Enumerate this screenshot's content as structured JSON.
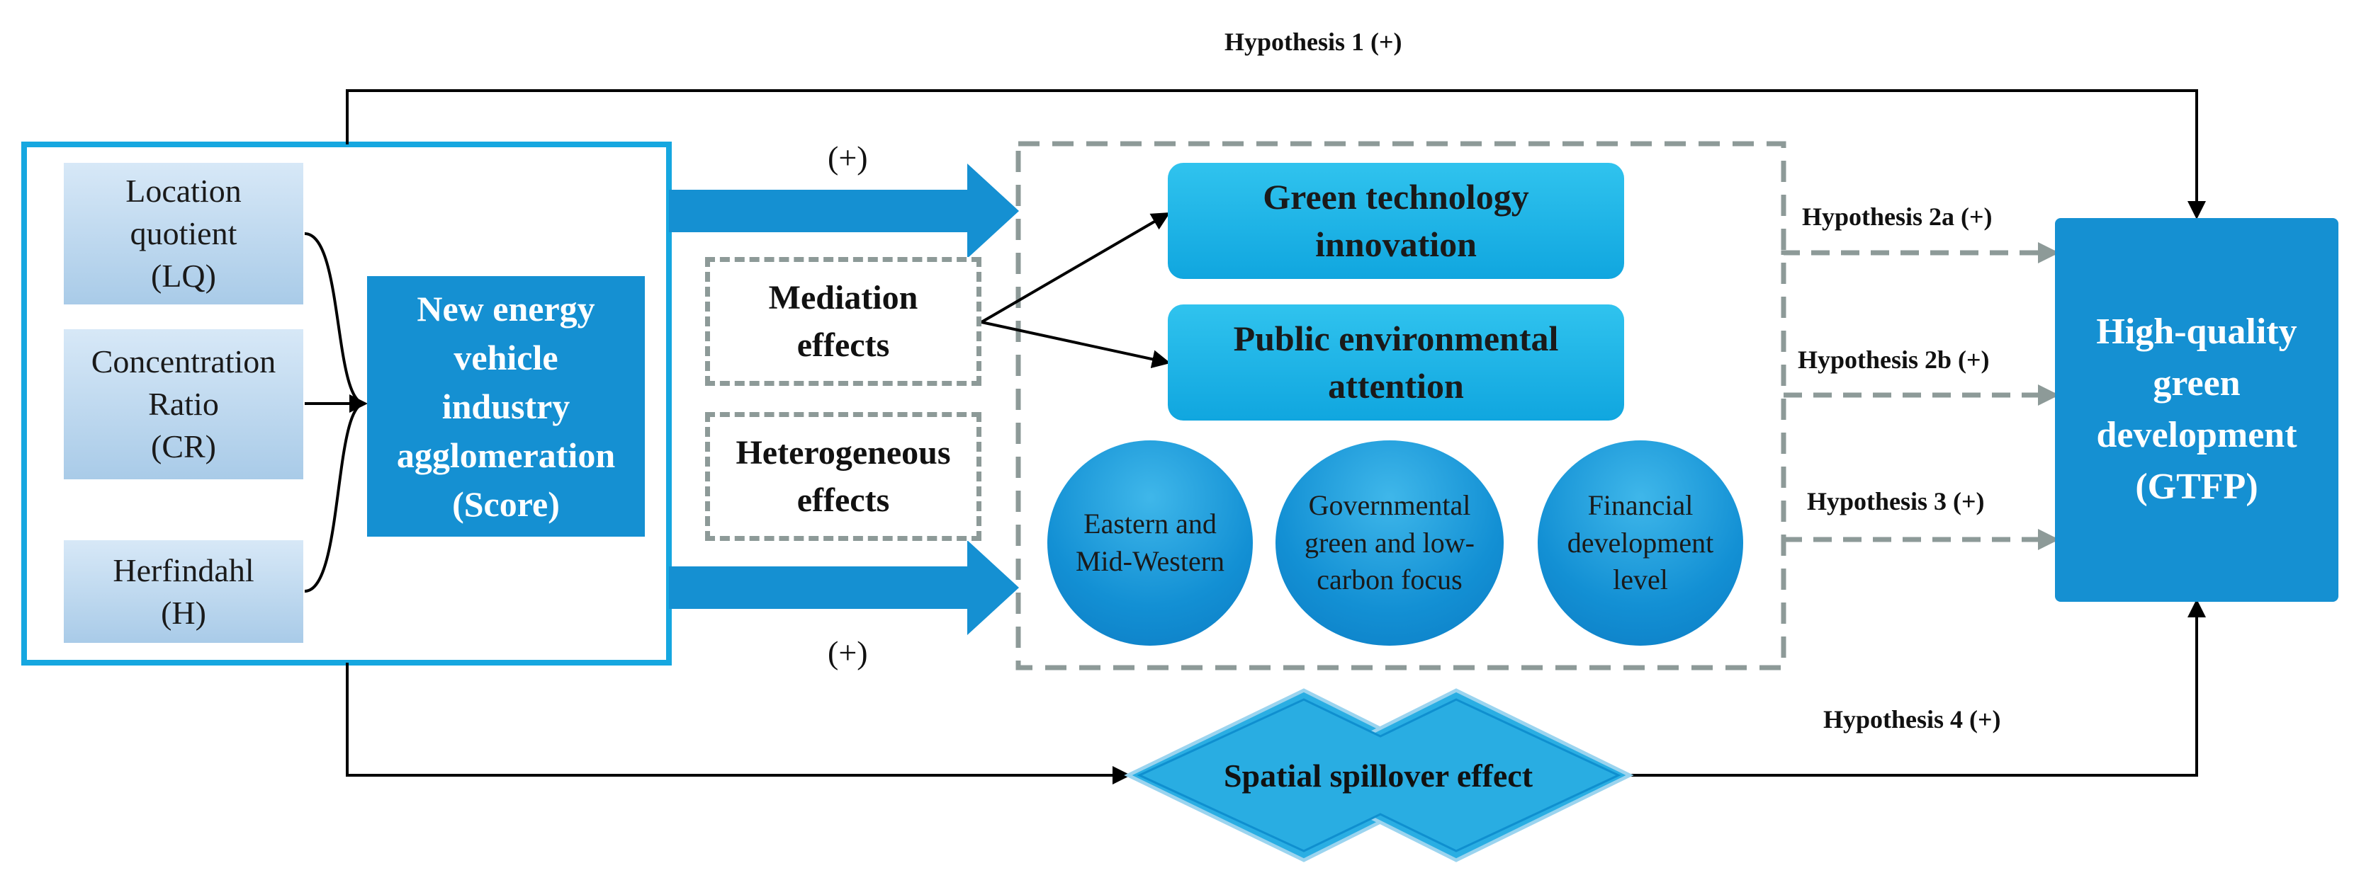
{
  "diagram": {
    "measures": [
      {
        "lines": [
          "Location",
          "quotient",
          "(LQ)"
        ]
      },
      {
        "lines": [
          "Concentration",
          "Ratio",
          "(CR)"
        ]
      },
      {
        "lines": [
          "Herfindahl",
          "(H)"
        ]
      }
    ],
    "core": {
      "lines": [
        "New energy",
        "vehicle",
        "industry",
        "agglomeration",
        "(Score)"
      ]
    },
    "mediation_box": {
      "lines": [
        "Mediation",
        "effects"
      ]
    },
    "heterogeneous_box": {
      "lines": [
        "Heterogeneous",
        "effects"
      ]
    },
    "mediators": [
      {
        "lines": [
          "Green technology",
          "innovation"
        ]
      },
      {
        "lines": [
          "Public environmental",
          "attention"
        ]
      }
    ],
    "heterogeneity_factors": [
      {
        "lines": [
          "Eastern and",
          "Mid-Western"
        ]
      },
      {
        "lines": [
          "Governmental",
          "green and low-",
          "carbon focus"
        ]
      },
      {
        "lines": [
          "Financial",
          "development",
          "level"
        ]
      }
    ],
    "outcome": {
      "lines": [
        "High-quality",
        "green",
        "development",
        "(GTFP)"
      ]
    },
    "spillover": {
      "label": "Spatial spillover effect"
    },
    "labels": {
      "h1": "Hypothesis 1 (+)",
      "h2a": "Hypothesis 2a  (+)",
      "h2b": "Hypothesis 2b (+)",
      "h3": "Hypothesis 3 (+)",
      "h4": "Hypothesis 4 (+)",
      "plus_top": "(+)",
      "plus_bottom": "(+)"
    },
    "colors": {
      "accent_blue": "#1590d2",
      "light_blue": "#18a9e1",
      "frame_border": "#16a7e0",
      "dashed_gray": "#8d9a98",
      "measure_fill": "#c6ddf2"
    }
  }
}
